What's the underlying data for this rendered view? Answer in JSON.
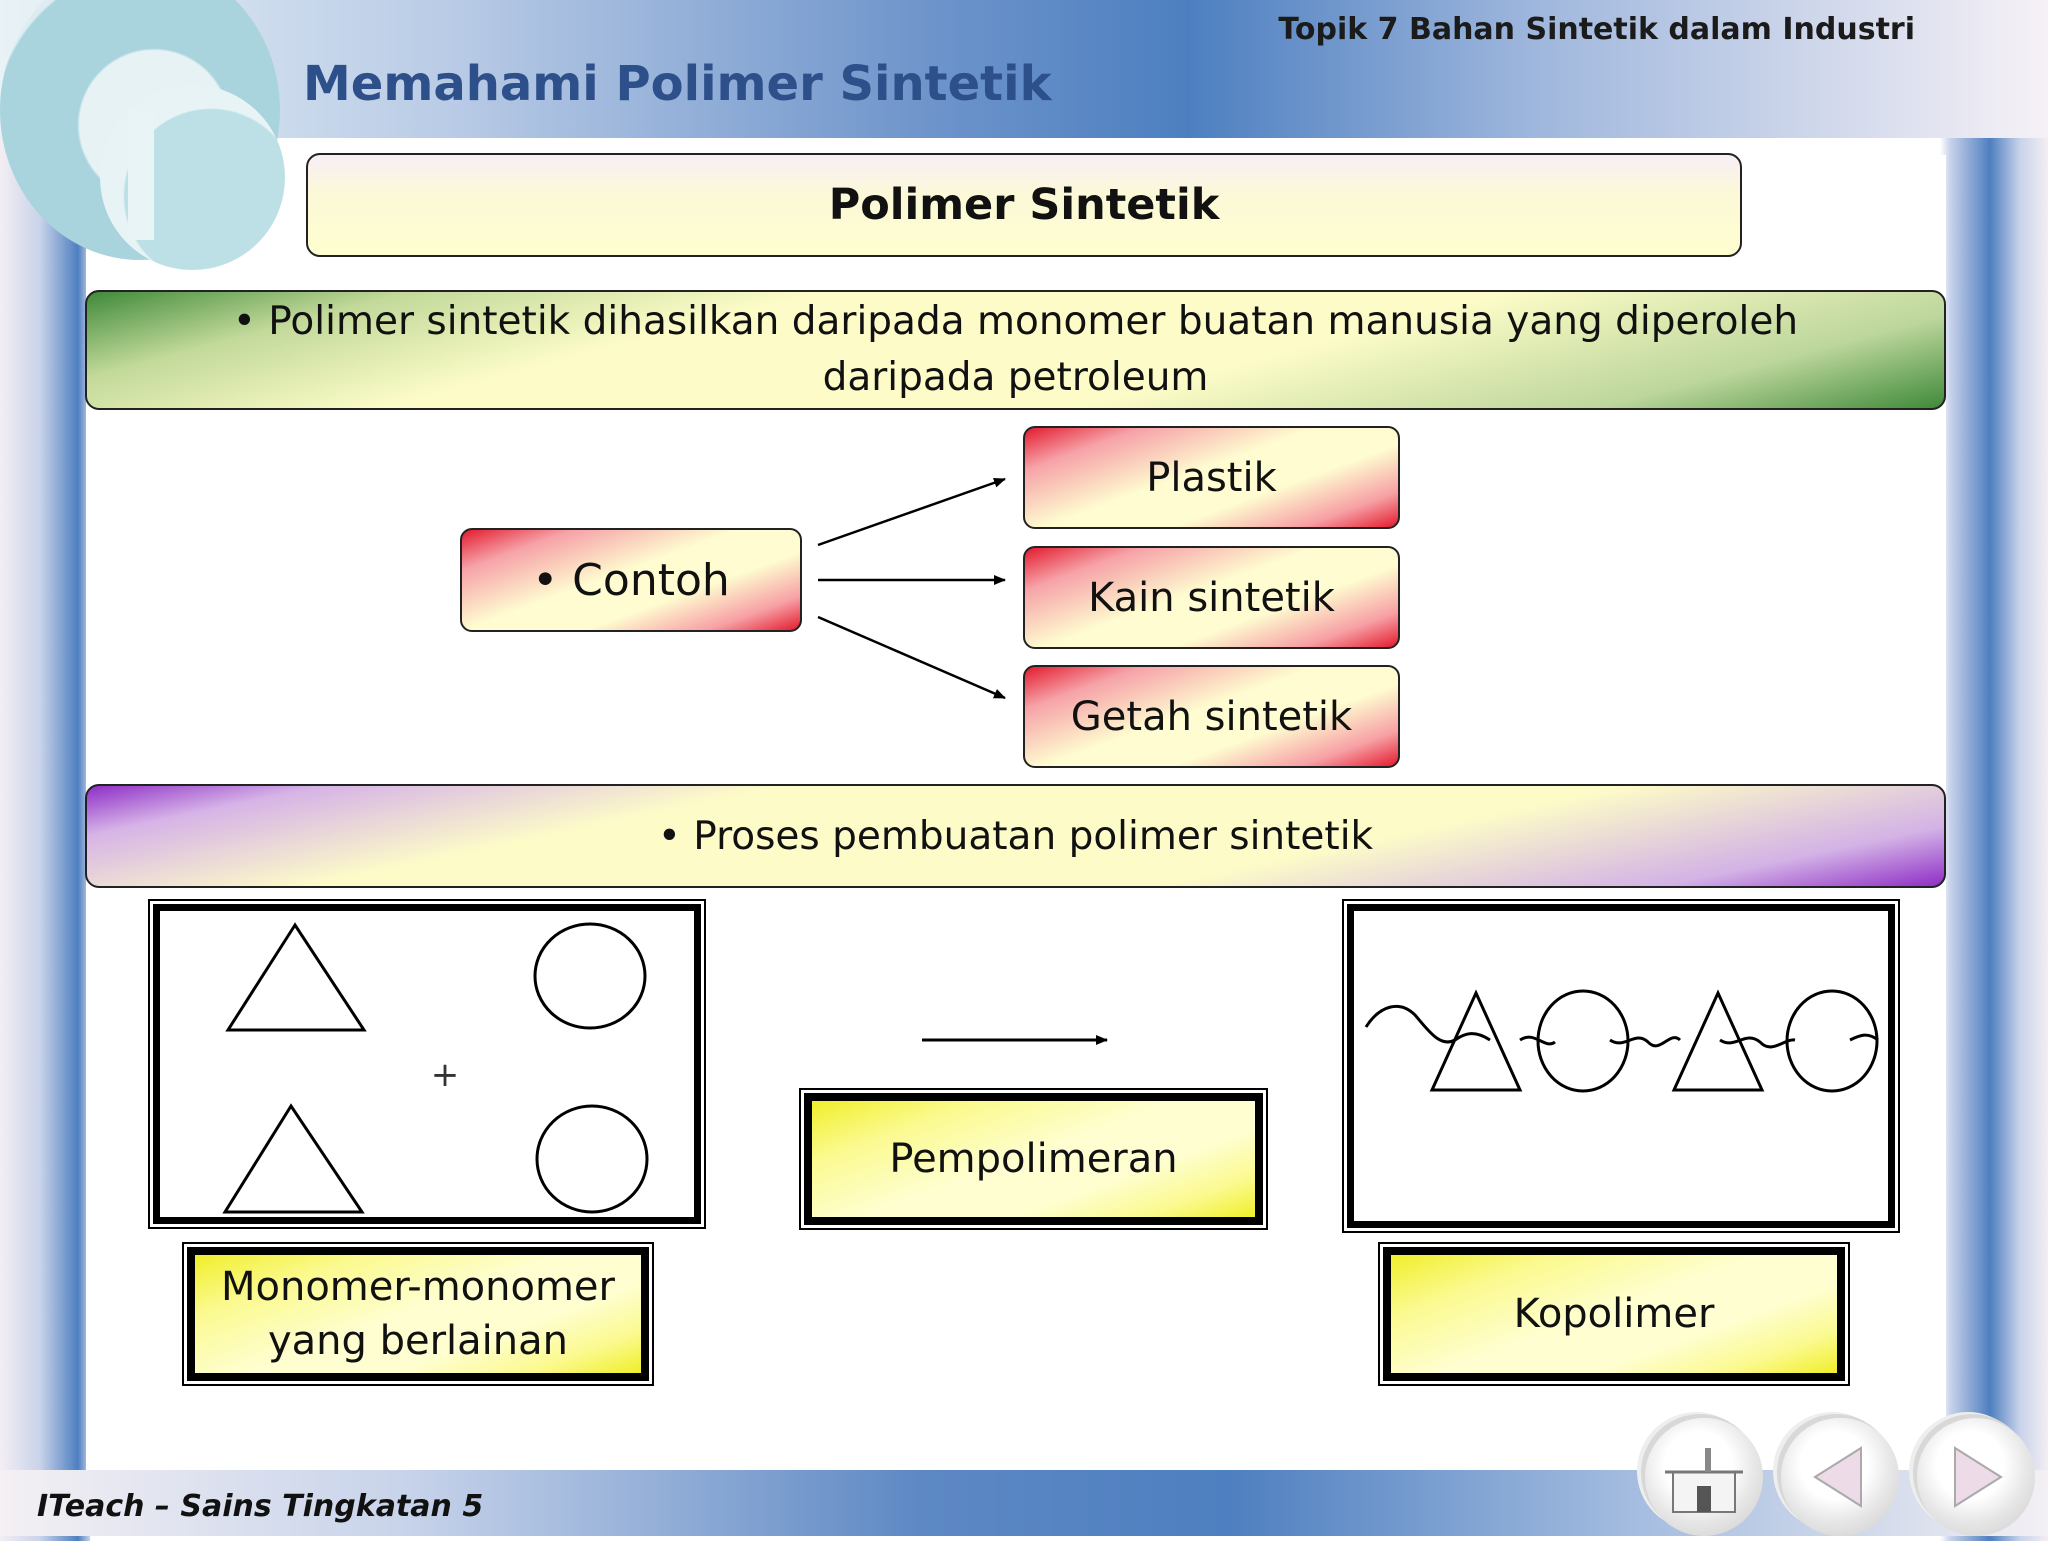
{
  "header": {
    "topic": "Topik 7 Bahan Sintetik dalam Industri",
    "title": "Memahami Polimer Sintetik"
  },
  "diagram": {
    "main_title": "Polimer Sintetik",
    "definition": "• Polimer sintetik dihasilkan daripada monomer buatan manusia yang diperoleh daripada petroleum",
    "examples_label": "• Contoh",
    "examples": [
      "Plastik",
      "Kain sintetik",
      "Getah sintetik"
    ],
    "process_label": "• Proses pembuatan polimer sintetik",
    "plus_sign": "+",
    "monomer_label": "Monomer-monomer yang berlainan",
    "process_step": "Pempolimeran",
    "product_label": "Kopolimer"
  },
  "footer": {
    "text": "ITeach – Sains Tingkatan 5"
  },
  "nav": {
    "home_icon": "home-icon",
    "prev_icon": "previous-arrow-icon",
    "next_icon": "next-arrow-icon"
  }
}
